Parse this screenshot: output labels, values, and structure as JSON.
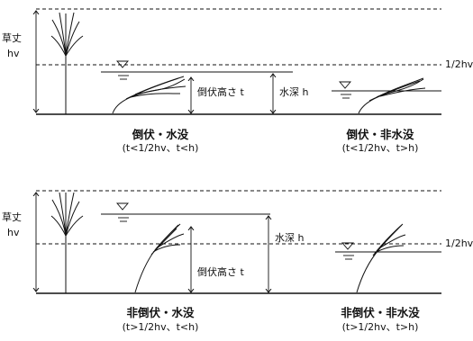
{
  "diagram": {
    "labels": {
      "plant_height": "草丈",
      "plant_height_symbol": "hv",
      "half_height": "1/2hv",
      "lodging_height": "倒伏高さ t",
      "water_depth": "水深 h"
    },
    "panels": [
      {
        "title": "倒伏・水没",
        "condition": "(t<1/2hv、t<h)"
      },
      {
        "title": "倒伏・非水没",
        "condition": "(t<1/2hv、t>h)"
      },
      {
        "title": "非倒伏・水没",
        "condition": "(t>1/2hv、t<h)"
      },
      {
        "title": "非倒伏・非水没",
        "condition": "(t>1/2hv、t>h)"
      }
    ]
  }
}
